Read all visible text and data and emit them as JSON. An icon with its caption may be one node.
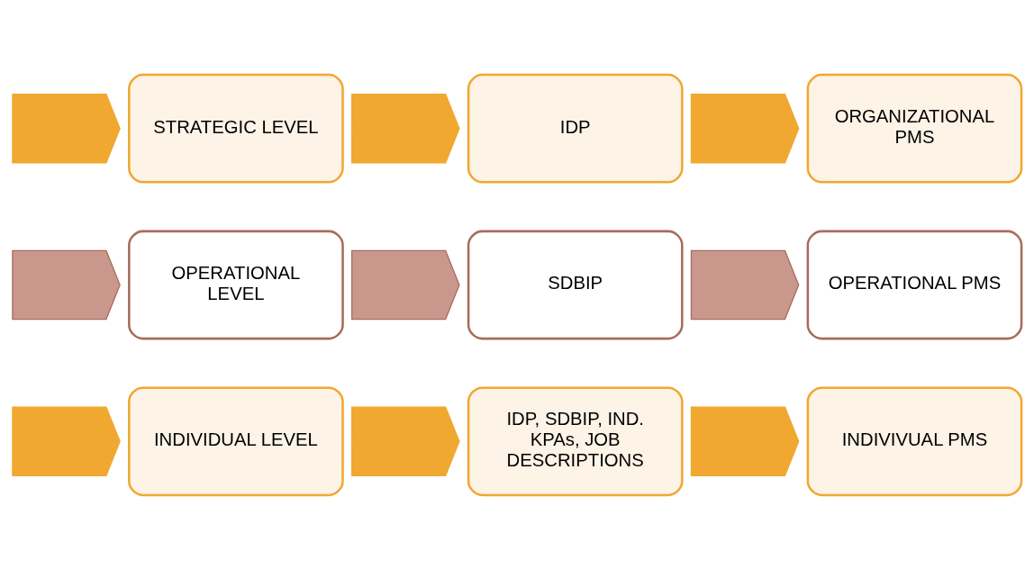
{
  "diagram": {
    "nodes": [
      {
        "text": [],
        "shape": "chevron"
      },
      {
        "text": [
          "STRATEGIC LEVEL"
        ]
      },
      {
        "text": [],
        "shape": "chevron"
      },
      {
        "text": [
          "IDP"
        ]
      },
      {
        "text": [],
        "shape": "chevron"
      },
      {
        "text": [
          "ORGANIZATIONAL PMS"
        ]
      },
      {
        "text": [],
        "shape": "chevron"
      },
      {
        "text": [
          "OPERATIONAL LEVEL"
        ]
      },
      {
        "text": [],
        "shape": "chevron"
      },
      {
        "text": [
          "SDBIP"
        ]
      },
      {
        "text": [],
        "shape": "chevron"
      },
      {
        "text": [
          "OPERATIONAL PMS"
        ]
      },
      {
        "text": [],
        "shape": "chevron"
      },
      {
        "text": [
          "INDIVIDUAL LEVEL"
        ]
      },
      {
        "text": [],
        "shape": "chevron"
      },
      {
        "text": [
          "IDP, SDBIP, IND. KPAs, JOB DESCRIPTIONS"
        ]
      },
      {
        "text": [],
        "shape": "chevron"
      },
      {
        "text": [
          "INDIVIVUAL PMS"
        ]
      }
    ]
  }
}
